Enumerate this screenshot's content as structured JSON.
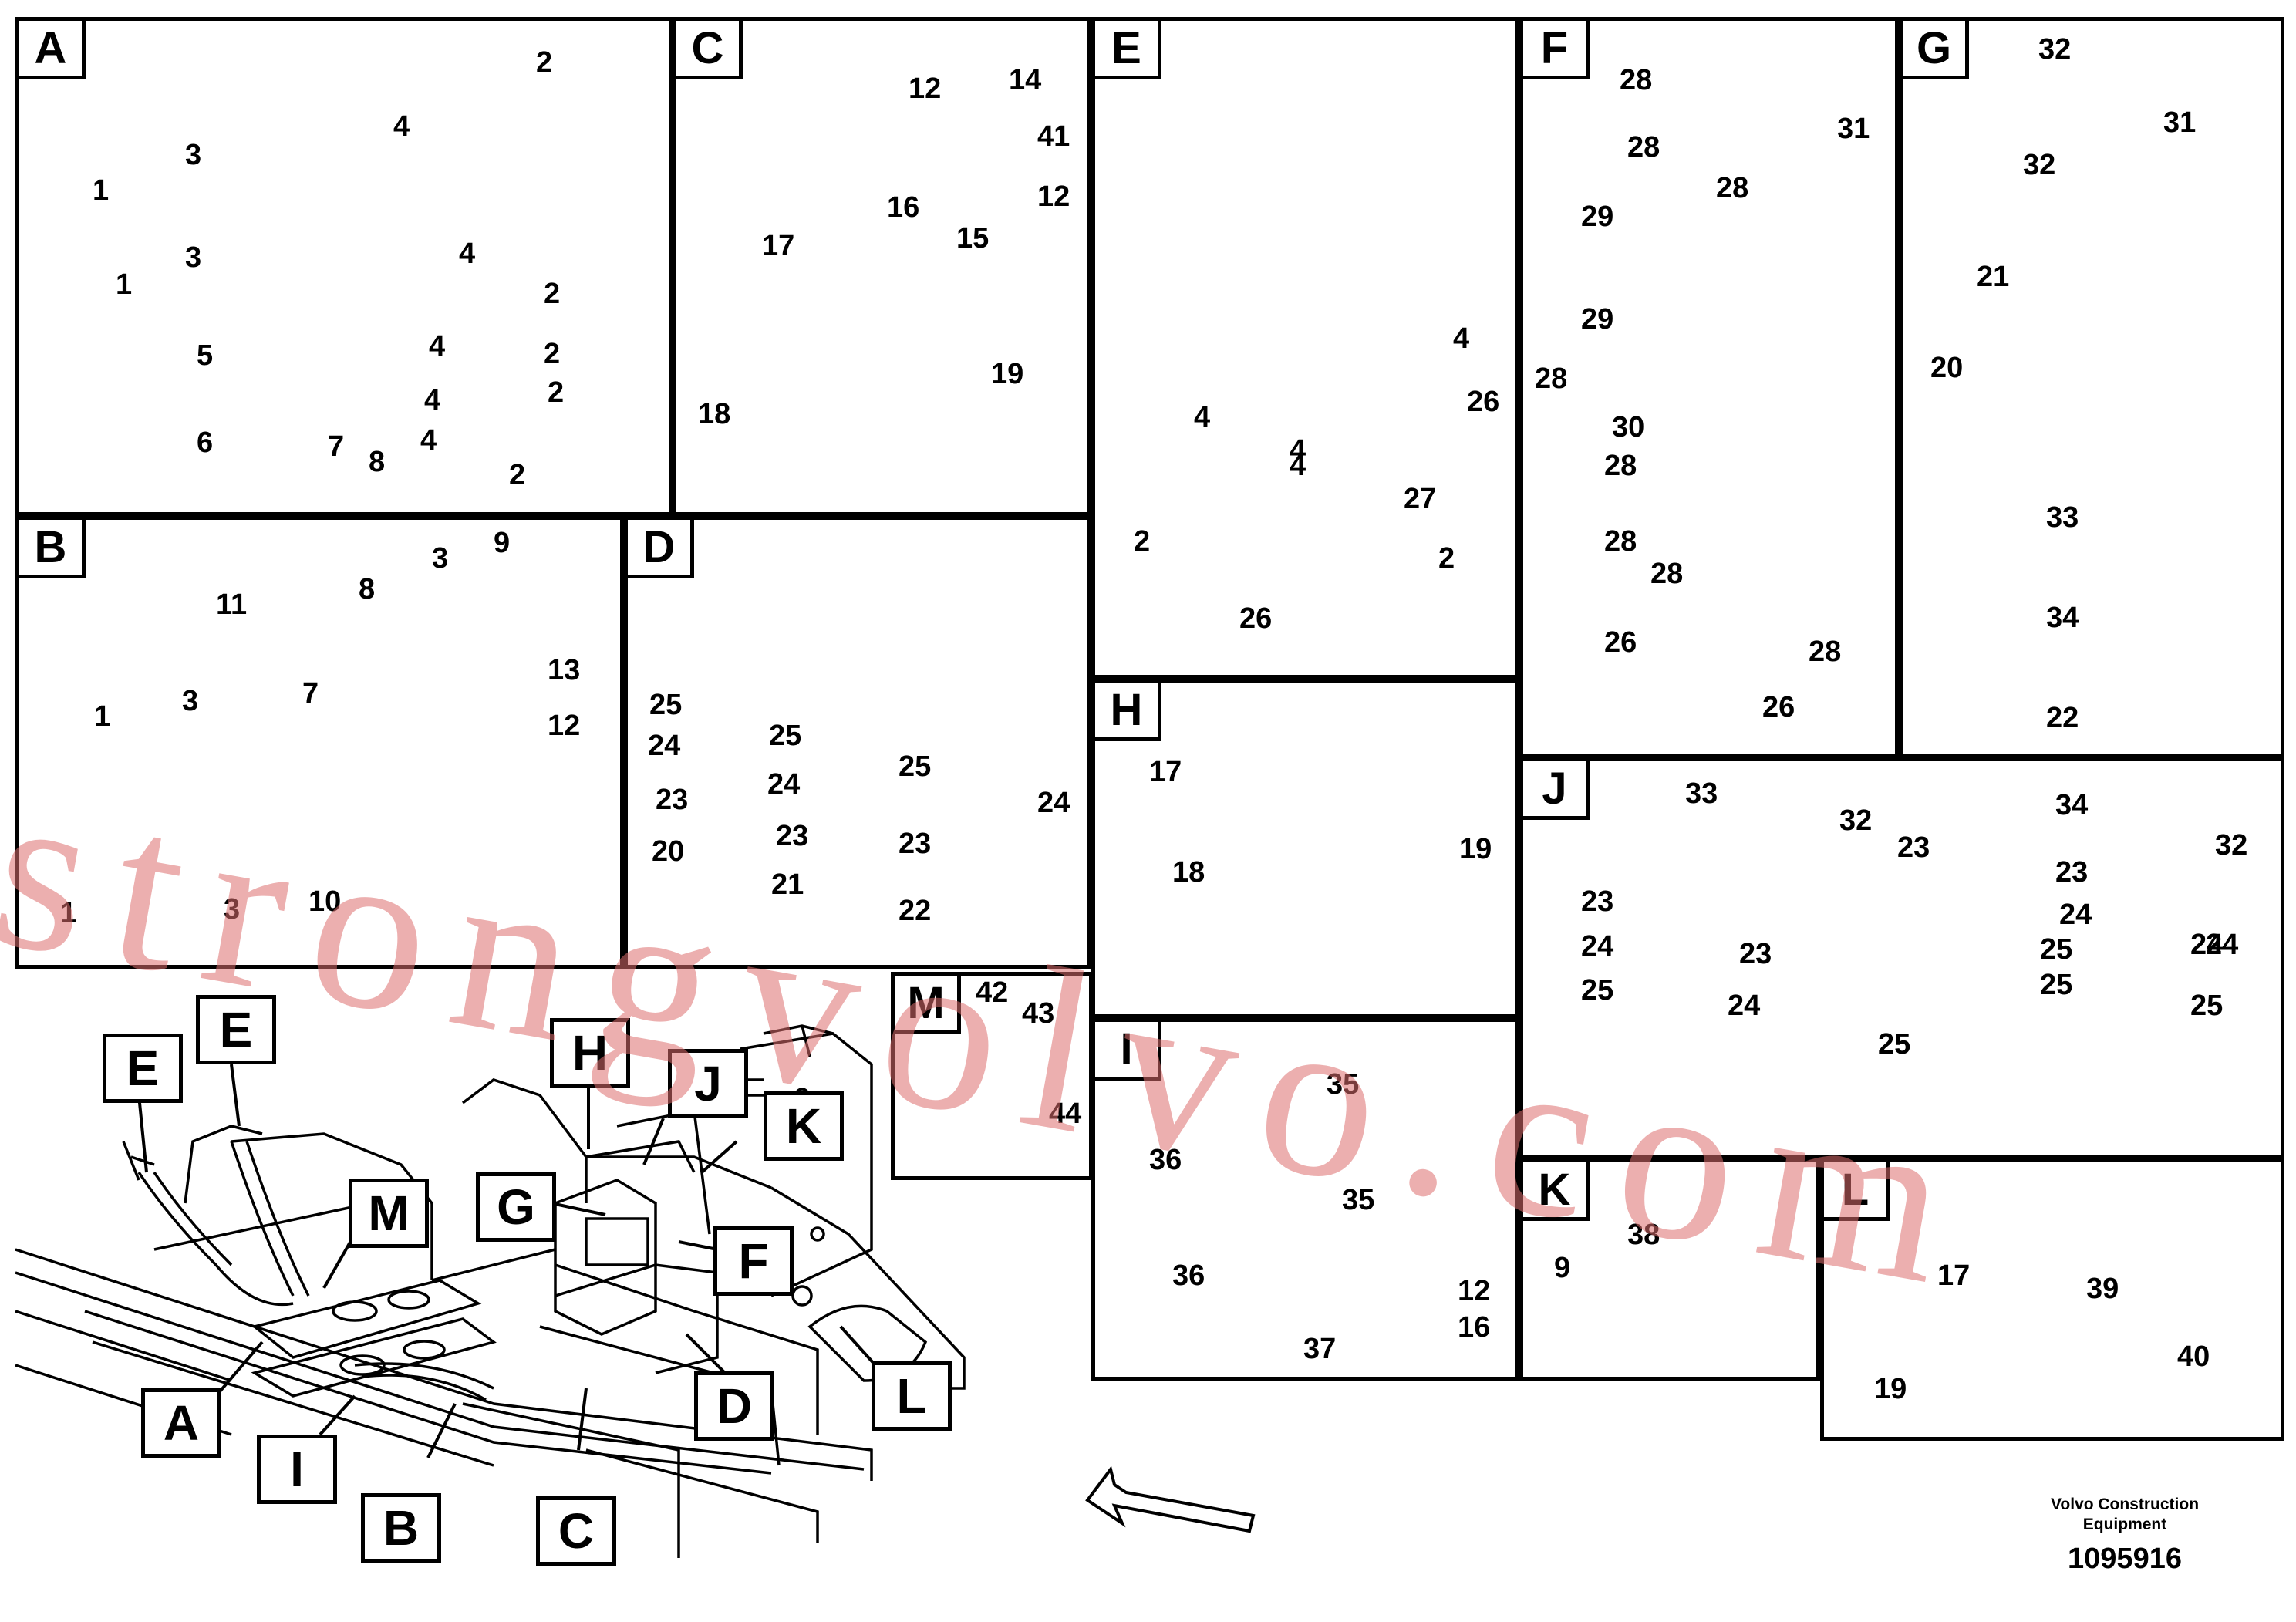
{
  "panels": {
    "A": {
      "letter": "A",
      "parts": [
        "2",
        "4",
        "3",
        "1",
        "3",
        "1",
        "4",
        "2",
        "4",
        "2",
        "5",
        "4",
        "2",
        "6",
        "7",
        "8",
        "4",
        "2"
      ]
    },
    "B": {
      "letter": "B",
      "parts": [
        "11",
        "8",
        "3",
        "9",
        "7",
        "1",
        "3",
        "13",
        "12",
        "1",
        "3",
        "10"
      ]
    },
    "C": {
      "letter": "C",
      "parts": [
        "12",
        "14",
        "41",
        "16",
        "15",
        "12",
        "17",
        "18",
        "19"
      ]
    },
    "D": {
      "letter": "D",
      "parts": [
        "25",
        "24",
        "23",
        "20",
        "25",
        "24",
        "23",
        "21",
        "25",
        "24",
        "23",
        "22"
      ]
    },
    "E": {
      "letter": "E",
      "parts": [
        "4",
        "4",
        "26",
        "4",
        "4",
        "27",
        "2",
        "2",
        "26"
      ]
    },
    "F": {
      "letter": "F",
      "parts": [
        "28",
        "28",
        "31",
        "29",
        "28",
        "29",
        "28",
        "30",
        "28",
        "28",
        "28",
        "26",
        "28",
        "26"
      ]
    },
    "G": {
      "letter": "G",
      "parts": [
        "32",
        "31",
        "32",
        "21",
        "20",
        "33",
        "34",
        "22"
      ]
    },
    "H": {
      "letter": "H",
      "parts": [
        "17",
        "18",
        "19"
      ]
    },
    "I": {
      "letter": "I",
      "parts": [
        "35",
        "36",
        "35",
        "36",
        "12",
        "16",
        "37"
      ]
    },
    "J": {
      "letter": "J",
      "parts": [
        "33",
        "32",
        "34",
        "23",
        "23",
        "32",
        "23",
        "24",
        "23",
        "24",
        "24",
        "25",
        "25",
        "24",
        "24",
        "25",
        "25",
        "25"
      ]
    },
    "K": {
      "letter": "K",
      "parts": [
        "9",
        "38"
      ]
    },
    "L": {
      "letter": "L",
      "parts": [
        "17",
        "39",
        "19",
        "40"
      ]
    },
    "M": {
      "letter": "M",
      "parts": [
        "42",
        "43",
        "44"
      ]
    }
  },
  "callouts": [
    "E",
    "E",
    "H",
    "J",
    "K",
    "M",
    "G",
    "F",
    "A",
    "I",
    "B",
    "C",
    "D",
    "L"
  ],
  "footer": {
    "company_line1": "Volvo Construction",
    "company_line2": "Equipment",
    "drawing_number": "1095916"
  },
  "watermark": "strongvolvo.com",
  "colors": {
    "watermark": "#dc6e6e",
    "line": "#000000"
  }
}
